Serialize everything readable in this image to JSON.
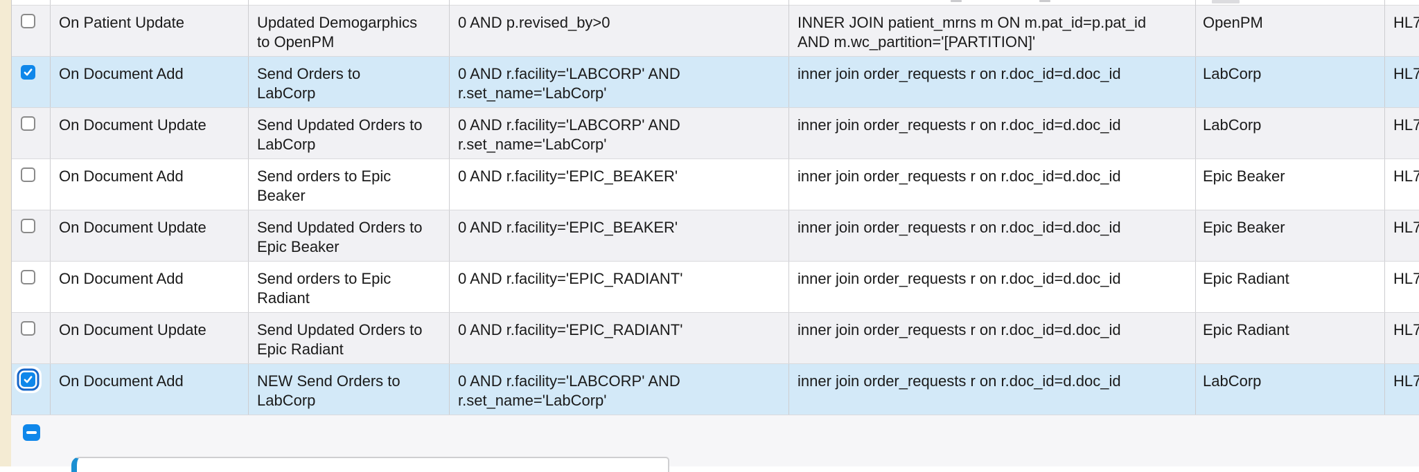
{
  "colors": {
    "accent_blue": "#0f87ea",
    "selected_row_bg": "#d3e9f8",
    "alt_row_bg": "#f1f1f4",
    "panel_accent": "#1b8fd2",
    "gutter_beige": "#f4ebd3"
  },
  "icons": {
    "checked_checkbox": "checkmark-icon",
    "remove_button": "minus-icon"
  },
  "table": {
    "columns": [
      "select",
      "event",
      "description",
      "condition",
      "join",
      "target",
      "protocol"
    ],
    "rows": [
      {
        "checked": false,
        "selected": false,
        "focused": false,
        "event": "On Patient Update",
        "description": "Updated Demogarphics to OpenPM",
        "condition": "0 AND p.revised_by>0",
        "join": "INNER JOIN patient_mrns m ON m.pat_id=p.pat_id AND m.wc_partition='[PARTITION]'",
        "target": "OpenPM",
        "protocol": "HL7"
      },
      {
        "checked": true,
        "selected": true,
        "focused": false,
        "event": "On Document Add",
        "description": "Send Orders to LabCorp",
        "condition": "0 AND r.facility='LABCORP' AND r.set_name='LabCorp'",
        "join": "inner join order_requests r on r.doc_id=d.doc_id",
        "target": "LabCorp",
        "protocol": "HL7"
      },
      {
        "checked": false,
        "selected": false,
        "focused": false,
        "event": "On Document Update",
        "description": "Send Updated Orders to LabCorp",
        "condition": "0 AND r.facility='LABCORP' AND r.set_name='LabCorp'",
        "join": "inner join order_requests r on r.doc_id=d.doc_id",
        "target": "LabCorp",
        "protocol": "HL7"
      },
      {
        "checked": false,
        "selected": false,
        "focused": false,
        "event": "On Document Add",
        "description": "Send orders to Epic Beaker",
        "condition": "0 AND r.facility='EPIC_BEAKER'",
        "join": "inner join order_requests r on r.doc_id=d.doc_id",
        "target": "Epic Beaker",
        "protocol": "HL7"
      },
      {
        "checked": false,
        "selected": false,
        "focused": false,
        "event": "On Document Update",
        "description": "Send Updated Orders to Epic Beaker",
        "condition": "0 AND r.facility='EPIC_BEAKER'",
        "join": "inner join order_requests r on r.doc_id=d.doc_id",
        "target": "Epic Beaker",
        "protocol": "HL7"
      },
      {
        "checked": false,
        "selected": false,
        "focused": false,
        "event": "On Document Add",
        "description": "Send orders to Epic Radiant",
        "condition": "0 AND r.facility='EPIC_RADIANT'",
        "join": "inner join order_requests r on r.doc_id=d.doc_id",
        "target": "Epic Radiant",
        "protocol": "HL7"
      },
      {
        "checked": false,
        "selected": false,
        "focused": false,
        "event": "On Document Update",
        "description": "Send Updated Orders to Epic Radiant",
        "condition": "0 AND r.facility='EPIC_RADIANT'",
        "join": "inner join order_requests r on r.doc_id=d.doc_id",
        "target": "Epic Radiant",
        "protocol": "HL7"
      },
      {
        "checked": true,
        "selected": true,
        "focused": true,
        "event": "On Document Add",
        "description": "NEW Send Orders to LabCorp",
        "condition": "0 AND r.facility='LABCORP' AND r.set_name='LabCorp'",
        "join": "inner join order_requests r on r.doc_id=d.doc_id",
        "target": "LabCorp",
        "protocol": "HL7"
      }
    ]
  }
}
